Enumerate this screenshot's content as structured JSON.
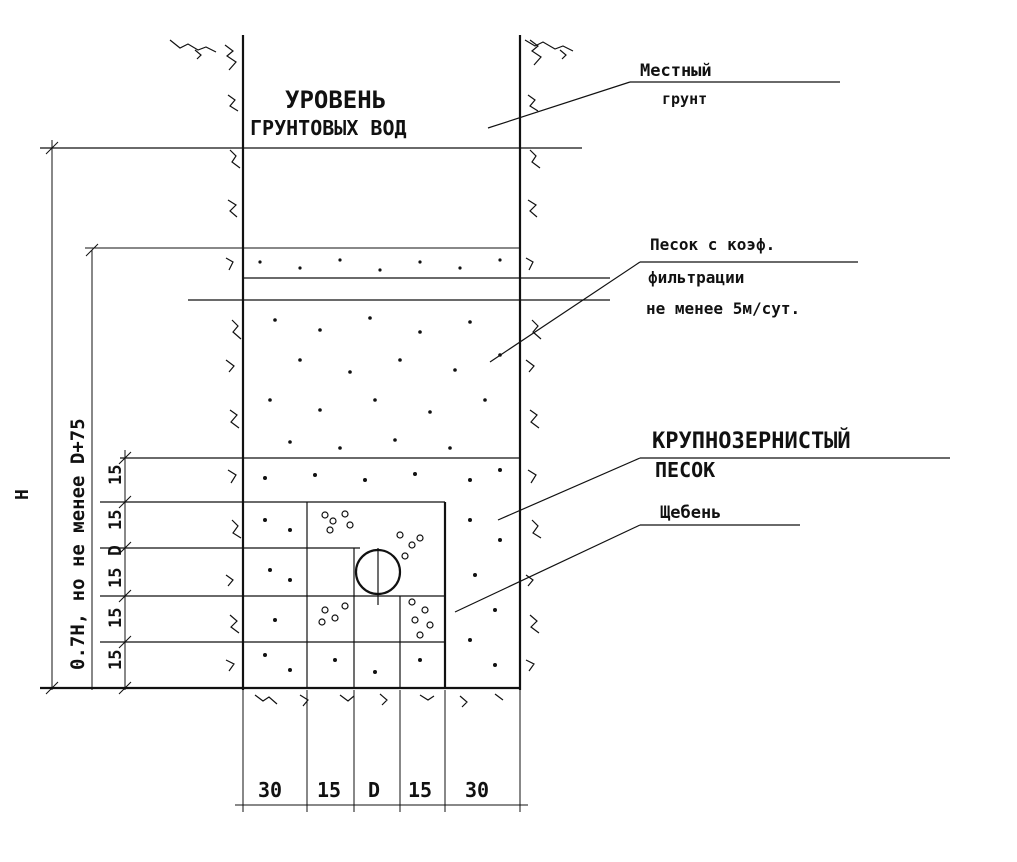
{
  "labels": {
    "groundwater_1": "УРОВЕНЬ",
    "groundwater_2": "ГРУНТОВЫХ ВОД",
    "local_soil_1": "Местный",
    "local_soil_2": "грунт",
    "sand_1": "Песок с коэф.",
    "sand_2": "фильтрации",
    "sand_3": "не менее 5м/сут.",
    "coarse_sand_1": "КРУПНОЗЕРНИСТЫЙ",
    "coarse_sand_2": "ПЕСОК",
    "gravel": "Щебень"
  },
  "dimensions": {
    "height_H": "H",
    "height_07H": "0.7H, но не менее D+75",
    "left_stack": [
      "15",
      "15",
      "15",
      "D",
      "15",
      "15"
    ],
    "bottom": [
      "30",
      "15",
      "D",
      "15",
      "30"
    ]
  },
  "colors": {
    "ink": "#111111",
    "paper": "#ffffff"
  }
}
